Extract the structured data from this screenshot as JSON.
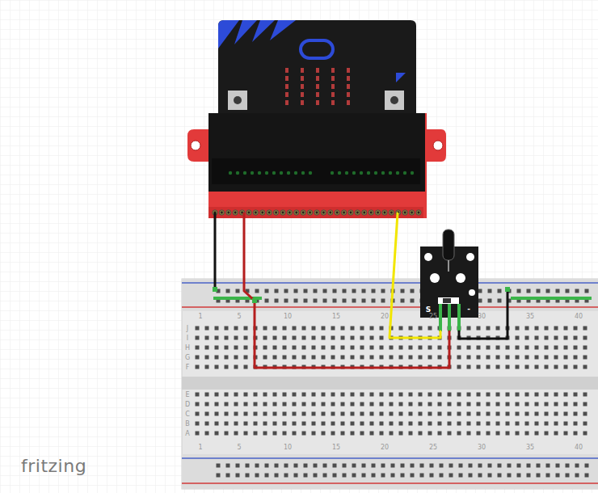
{
  "diagram": {
    "labels": [
      "1",
      "5",
      "10",
      "15",
      "20",
      "25",
      "30",
      "35",
      "40",
      "1",
      "5",
      "10",
      "15",
      "20",
      "25",
      "30",
      "35",
      "40",
      "J",
      "I",
      "H",
      "G",
      "F",
      "E",
      "D",
      "C",
      "B",
      "A",
      "S",
      "-",
      "fritzing"
    ]
  }
}
